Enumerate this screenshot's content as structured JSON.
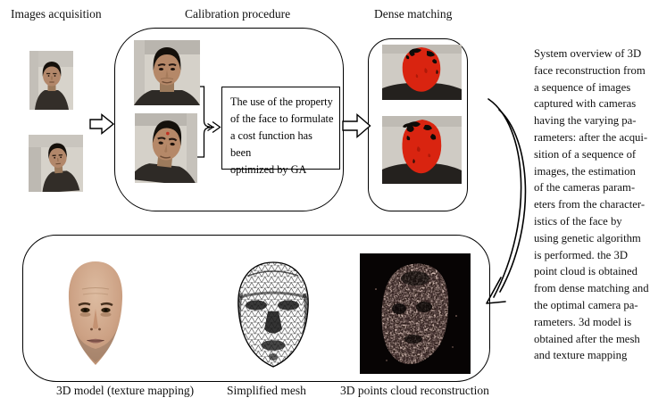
{
  "figure": {
    "stage_labels": {
      "images_acquisition": "Images acquisition",
      "calibration_procedure": "Calibration procedure",
      "dense_matching": "Dense matching"
    },
    "calibration_note": "The use of the property\nof the face to formulate\na cost function has been\noptimized by GA",
    "caption": "System overview of 3D\nface reconstruction from\na sequence of images\ncaptured with cameras\nhaving the varying pa-\nrameters: after the acqui-\nsition of a sequence of\nimages, the  estimation\nof the cameras param-\neters from the character-\nistics of the face by\nusing genetic algorithm\nis performed. the 3D\npoint cloud is obtained\nfrom dense matching and\nthe optimal camera pa-\nrameters. 3d model is\nobtained after the mesh\nand texture mapping",
    "output_labels": {
      "textured_model": "3D model (texture mapping)",
      "simplified_mesh": "Simplified mesh",
      "point_cloud": "3D points cloud reconstruction"
    }
  },
  "colors": {
    "match_red": "#d92410",
    "photo_background": "#d4d0c9",
    "ink": "#000000"
  }
}
